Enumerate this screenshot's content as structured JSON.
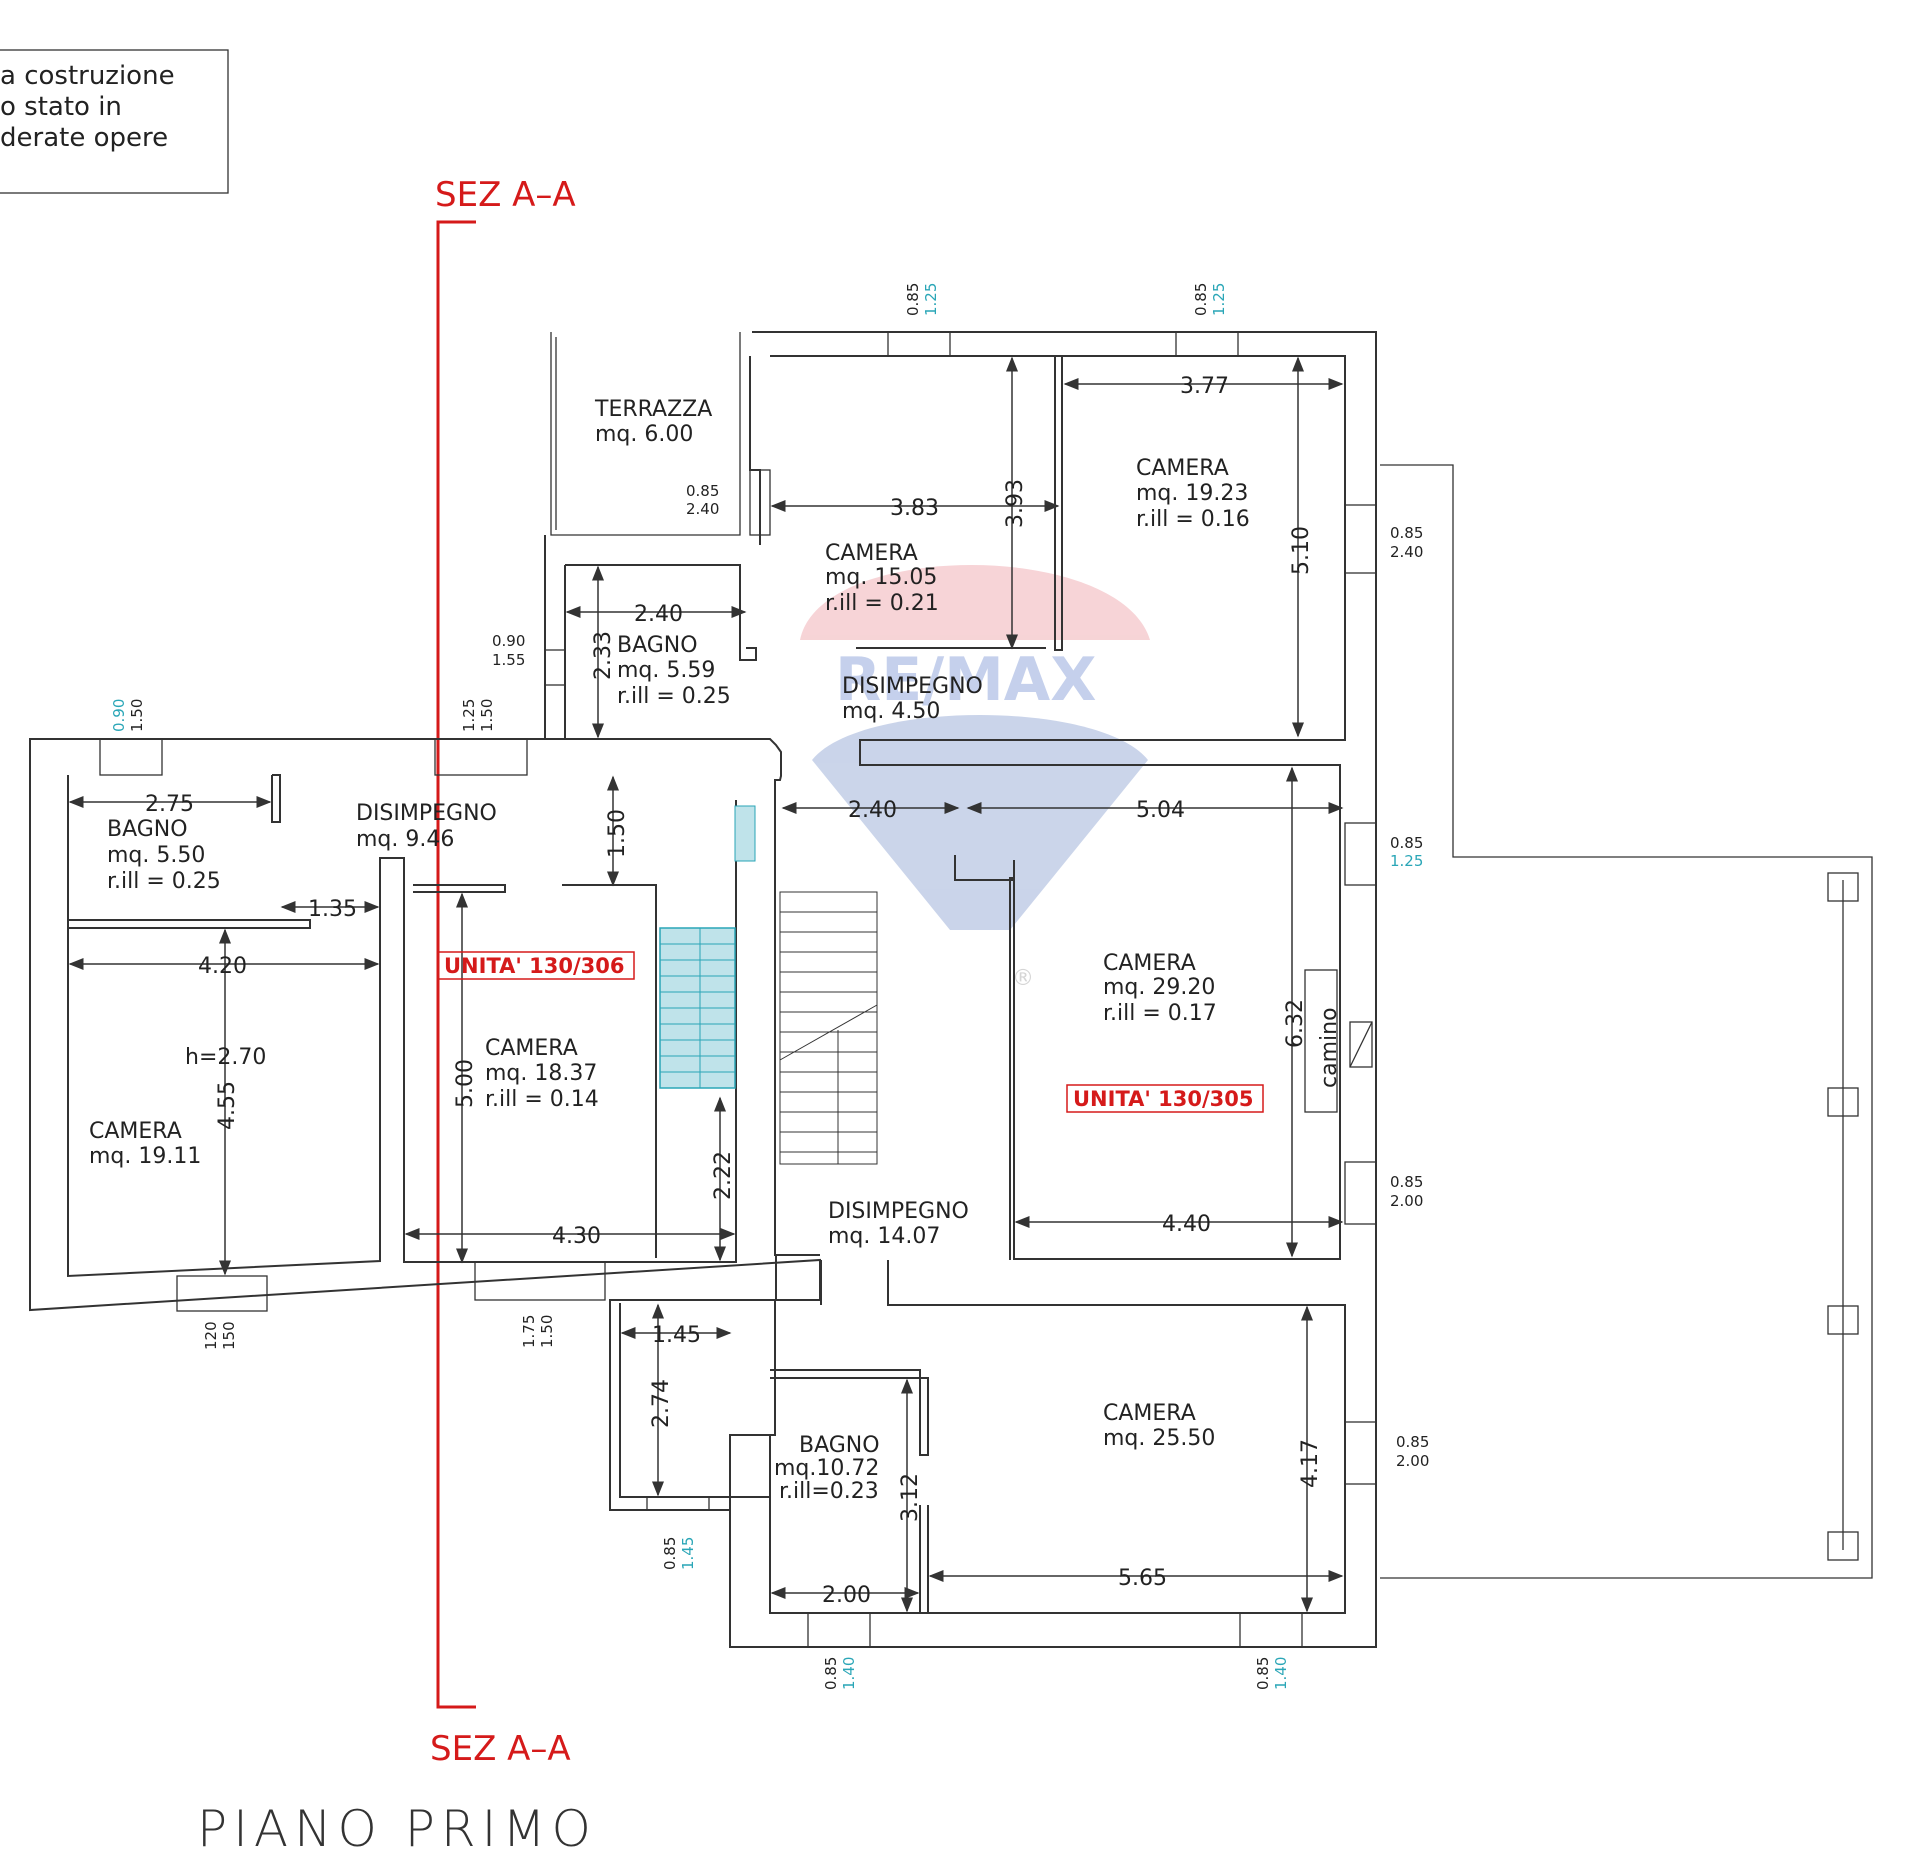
{
  "note_box": {
    "line1": "a   costruzione",
    "line2": "o      stato       in",
    "line3": "derate       opere"
  },
  "section": {
    "label_top": "SEZ A–A",
    "label_bottom": "SEZ A–A"
  },
  "plan_title": "PIANO PRIMO",
  "units": {
    "left": "UNITA' 130/306",
    "right": "UNITA' 130/305"
  },
  "watermark": {
    "text": "RE/MAX",
    "registered": "®"
  },
  "rooms": {
    "terrazza": {
      "name": "TERRAZZA",
      "area": "mq.  6.00"
    },
    "camera_nw": {
      "name": "CAMERA",
      "area": "mq.  15.05",
      "ill": "r.ill  =  0.21"
    },
    "camera_ne": {
      "name": "CAMERA",
      "area": "mq.  19.23",
      "ill": "r.ill  =  0.16"
    },
    "bagno_n": {
      "name": "BAGNO",
      "area": "mq.  5.59",
      "ill": "r.ill  =  0.25"
    },
    "disimpegno_n": {
      "name": "DISIMPEGNO",
      "area": "mq.    4.50"
    },
    "bagno_w": {
      "name": "BAGNO",
      "area": "mq.  5.50",
      "ill": "r.ill  =  0.25"
    },
    "disimpegno_w": {
      "name": "DISIMPEGNO",
      "area": "mq.  9.46"
    },
    "camera_w": {
      "name": "CAMERA",
      "area": "mq.  19.11",
      "height": "h=2.70"
    },
    "camera_c": {
      "name": "CAMERA",
      "area": "mq.  18.37",
      "ill": "r.ill  =  0.14"
    },
    "camera_e": {
      "name": "CAMERA",
      "area": "mq.  29.20",
      "ill": "r.ill  =  0.17"
    },
    "camino": {
      "name": "camino"
    },
    "disimpegno_c": {
      "name": "DISIMPEGNO",
      "area": "mq.    14.07"
    },
    "bagno_s": {
      "name": "BAGNO",
      "area": "mq.10.72",
      "ill": "r.ill=0.23"
    },
    "camera_se": {
      "name": "CAMERA",
      "area": "mq.  25.50"
    }
  },
  "dimensions": {
    "d383": "3.83",
    "d393": "3.93",
    "d377": "3.77",
    "d510": "5.10",
    "d240a": "2.40",
    "d233": "2.33",
    "d275": "2.75",
    "d150": "1.50",
    "d135": "1.35",
    "d420": "4.20",
    "d455": "4.55",
    "d500": "5.00",
    "d430": "4.30",
    "d222": "2.22",
    "d240b": "2.40",
    "d504": "5.04",
    "d632": "6.32",
    "d440": "4.40",
    "d145": "1.45",
    "d274": "2.74",
    "d312": "3.12",
    "d200": "2.00",
    "d565": "5.65",
    "d417": "4.17"
  },
  "windows": {
    "w1": {
      "a": "0.85",
      "b": "1.25"
    },
    "w2": {
      "a": "0.85",
      "b": "1.25"
    },
    "w3": {
      "a": "0.85",
      "b": "2.40"
    },
    "w4": {
      "a": "0.85",
      "b": "2.40"
    },
    "w5": {
      "a": "0.90",
      "b": "1.55"
    },
    "w6": {
      "a": "0.90",
      "b": "1.50"
    },
    "w7": {
      "a": "1.25",
      "b": "1.50"
    },
    "w8": {
      "a": "0.85",
      "b": "1.25"
    },
    "w9": {
      "a": "0.85",
      "b": "2.00"
    },
    "w10": {
      "a": "0.85",
      "b": "2.00"
    },
    "w11": {
      "a": "120",
      "b": "150"
    },
    "w12": {
      "a": "1.75",
      "b": "1.50"
    },
    "w13": {
      "a": "0.85",
      "b": "1.45"
    },
    "w14": {
      "a": "0.85",
      "b": "1.40"
    },
    "w15": {
      "a": "0.85",
      "b": "1.40"
    }
  }
}
